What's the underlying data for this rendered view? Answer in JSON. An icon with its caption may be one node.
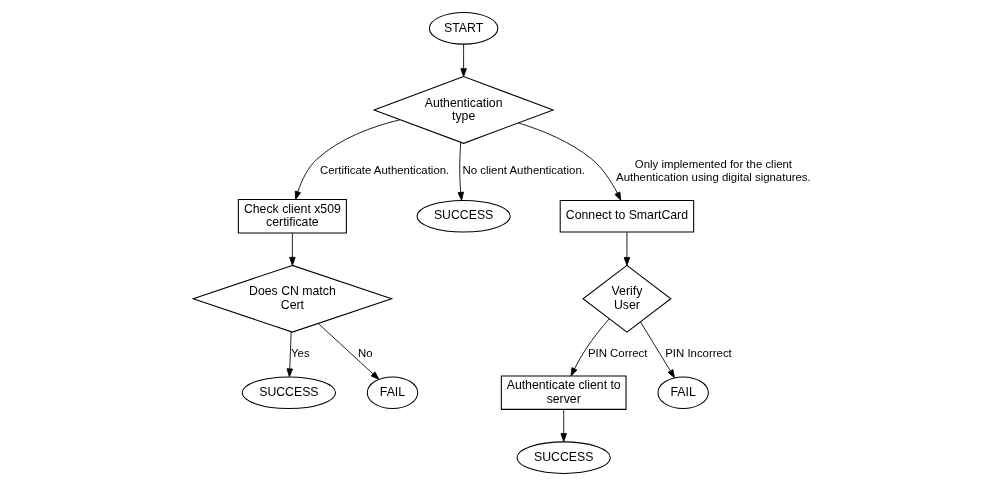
{
  "diagram": {
    "nodes": [
      {
        "text": [
          "START"
        ]
      },
      {
        "text": [
          "Authentication type"
        ]
      },
      {
        "text": [
          "Check client x509 certificate"
        ]
      },
      {
        "text": [
          "Does CN match Cert"
        ]
      },
      {
        "text": [
          "SUCCESS"
        ]
      },
      {
        "text": [
          "FAIL"
        ]
      },
      {
        "text": [
          "SUCCESS"
        ]
      },
      {
        "text": [
          "Connect to SmartCard"
        ]
      },
      {
        "text": [
          "Verify User"
        ]
      },
      {
        "text": [
          "Authenticate client to server"
        ]
      },
      {
        "text": [
          "FAIL"
        ]
      },
      {
        "text": [
          "SUCCESS"
        ]
      }
    ],
    "edges": [
      {
        "from": 0,
        "to": 1,
        "arrow": "to"
      },
      {
        "from": 1,
        "to": 2,
        "arrow": "to",
        "label": "Certificate Authentication."
      },
      {
        "from": 1,
        "to": 6,
        "arrow": "to",
        "label": "No client Authentication."
      },
      {
        "from": 1,
        "to": 7,
        "arrow": "to",
        "label": "Only implemented for the client Authentication using digital signatures."
      },
      {
        "from": 2,
        "to": 3,
        "arrow": "to"
      },
      {
        "from": 3,
        "to": 4,
        "arrow": "to",
        "label": "Yes"
      },
      {
        "from": 3,
        "to": 5,
        "arrow": "to",
        "label": "No"
      },
      {
        "from": 7,
        "to": 8,
        "arrow": "to"
      },
      {
        "from": 8,
        "to": 9,
        "arrow": "to",
        "label": "PIN Correct"
      },
      {
        "from": 8,
        "to": 10,
        "arrow": "to",
        "label": "PIN Incorrect"
      },
      {
        "from": 9,
        "to": 11,
        "arrow": "to"
      }
    ]
  }
}
